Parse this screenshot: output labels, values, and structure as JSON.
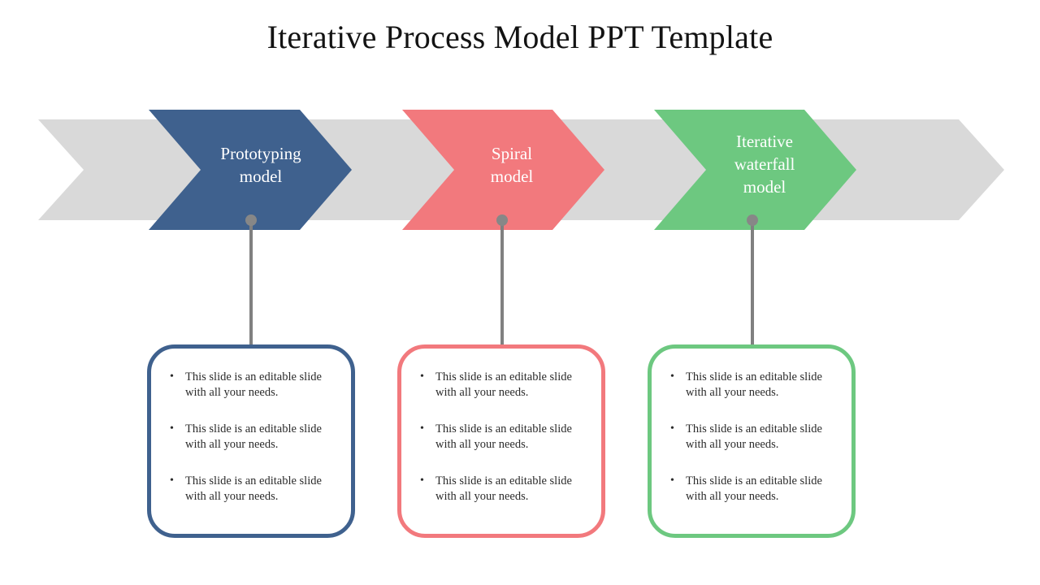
{
  "slide": {
    "title": "Iterative Process Model PPT Template",
    "background_color": "#ffffff"
  },
  "process_band": {
    "track_color": "#d9d9d9",
    "steps": [
      {
        "id": "prototyping-model",
        "label": "Prototyping\nmodel",
        "label_line_1": "Prototyping",
        "label_line_2": "model",
        "color": "#3f618e",
        "order": 1
      },
      {
        "id": "spiral-model",
        "label": "Spiral\nmodel",
        "label_line_1": "Spiral",
        "label_line_2": "model",
        "color": "#f2797d",
        "order": 2
      },
      {
        "id": "iterative-waterfall-model",
        "label": "Iterative\nwaterfall\nmodel",
        "label_line_1": "Iterative",
        "label_line_2": "waterfall",
        "label_line_3": "model",
        "color": "#6dc880",
        "order": 3
      }
    ]
  },
  "connectors": {
    "line_color": "#808080",
    "dot_color": "#878787"
  },
  "detail_cards": [
    {
      "id": "prototyping-model-card",
      "border_color": "#3f618e",
      "bullets": [
        "This slide is an editable slide with all your needs.",
        "This slide is an editable slide with all your needs.",
        "This slide is an editable slide with all your needs."
      ]
    },
    {
      "id": "spiral-model-card",
      "border_color": "#f2797d",
      "bullets": [
        "This slide is an editable slide with all your needs.",
        "This slide is an editable slide with all your needs.",
        "This slide is an editable slide with all your needs."
      ]
    },
    {
      "id": "iterative-waterfall-model-card",
      "border_color": "#6dc880",
      "bullets": [
        "This slide is an editable slide with all your needs.",
        "This slide is an editable slide with all your needs.",
        "This slide is an editable slide with all your needs."
      ]
    }
  ]
}
